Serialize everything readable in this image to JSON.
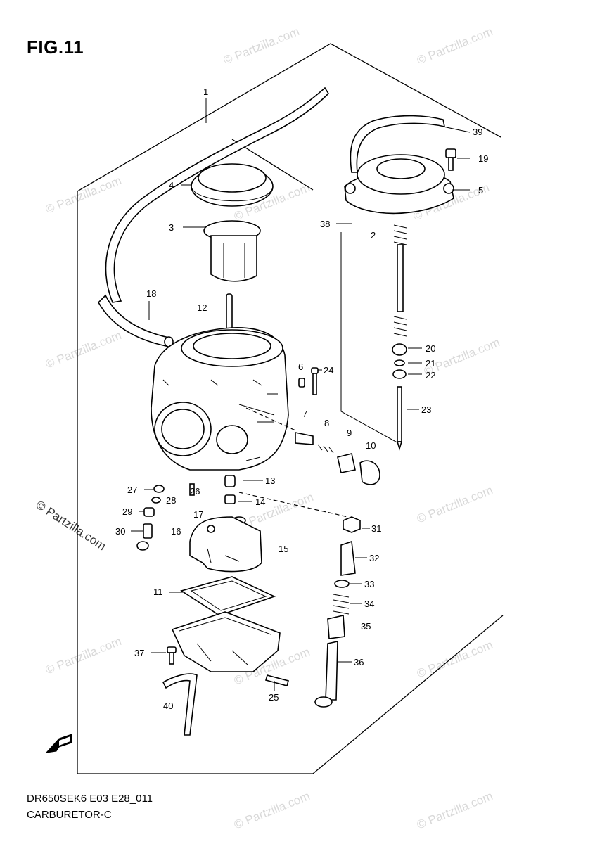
{
  "figure": {
    "title": "FIG.11",
    "model_code": "DR650SEK6 E03 E28_011",
    "name": "CARBURETOR-C",
    "watermark_text": "© Partzilla.com",
    "fwd_icon": "forward-arrow-icon"
  },
  "callouts": [
    {
      "id": "1",
      "label": "1"
    },
    {
      "id": "2",
      "label": "2"
    },
    {
      "id": "3",
      "label": "3"
    },
    {
      "id": "4",
      "label": "4"
    },
    {
      "id": "5",
      "label": "5"
    },
    {
      "id": "6",
      "label": "6"
    },
    {
      "id": "7",
      "label": "7"
    },
    {
      "id": "8",
      "label": "8"
    },
    {
      "id": "9",
      "label": "9"
    },
    {
      "id": "10",
      "label": "10"
    },
    {
      "id": "11",
      "label": "11"
    },
    {
      "id": "12",
      "label": "12"
    },
    {
      "id": "13",
      "label": "13"
    },
    {
      "id": "14",
      "label": "14"
    },
    {
      "id": "15",
      "label": "15"
    },
    {
      "id": "16",
      "label": "16"
    },
    {
      "id": "17",
      "label": "17"
    },
    {
      "id": "18",
      "label": "18"
    },
    {
      "id": "19",
      "label": "19"
    },
    {
      "id": "20",
      "label": "20"
    },
    {
      "id": "21",
      "label": "21"
    },
    {
      "id": "22",
      "label": "22"
    },
    {
      "id": "23",
      "label": "23"
    },
    {
      "id": "24",
      "label": "24"
    },
    {
      "id": "25",
      "label": "25"
    },
    {
      "id": "26",
      "label": "26"
    },
    {
      "id": "27",
      "label": "27"
    },
    {
      "id": "28",
      "label": "28"
    },
    {
      "id": "29",
      "label": "29"
    },
    {
      "id": "30",
      "label": "30"
    },
    {
      "id": "31",
      "label": "31"
    },
    {
      "id": "32",
      "label": "32"
    },
    {
      "id": "33",
      "label": "33"
    },
    {
      "id": "34",
      "label": "34"
    },
    {
      "id": "35",
      "label": "35"
    },
    {
      "id": "36",
      "label": "36"
    },
    {
      "id": "37",
      "label": "37"
    },
    {
      "id": "38",
      "label": "38"
    },
    {
      "id": "39",
      "label": "39"
    },
    {
      "id": "40",
      "label": "40"
    }
  ]
}
